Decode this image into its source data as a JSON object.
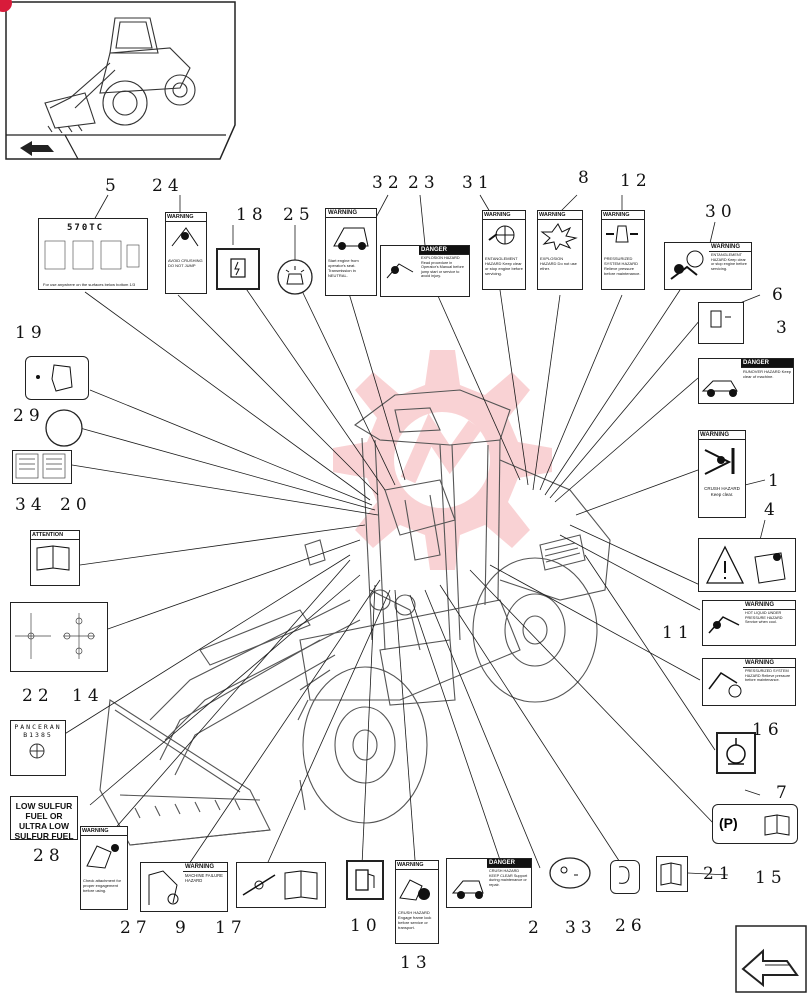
{
  "labels": {
    "n5": "5",
    "n24": "24",
    "n18": "18",
    "n25": "25",
    "n32": "32",
    "n23": "23",
    "n31": "31",
    "n8": "8",
    "n12": "12",
    "n30": "30",
    "n6": "6",
    "n3": "3",
    "n19": "19",
    "n29": "29",
    "n1": "1",
    "n34": "34",
    "n20": "20",
    "n4": "4",
    "n11": "11",
    "n14": "14",
    "n16": "16",
    "n22": "22",
    "n7": "7",
    "n28": "28",
    "n15": "15",
    "n21": "21",
    "n27": "27",
    "n9": "9",
    "n17": "17",
    "n10": "10",
    "n13": "13",
    "n2": "2",
    "n33": "33",
    "n26": "26"
  },
  "decals": {
    "d5": {
      "model": "570TC",
      "note": "For use anywhere on the surfaces below bottom 1/3"
    },
    "d24": {
      "header": "WARNING",
      "text": "AVOID CRUSHING DO NOT JUMP"
    },
    "d32": {
      "header": "WARNING",
      "text": "Start engine from operator's seat. Transmission in NEUTRAL."
    },
    "d23": {
      "header": "DANGER",
      "text": "EXPLOSION HAZARD Read procedure in Operator's Manual before jump start or service to avoid injury."
    },
    "d31": {
      "header": "WARNING",
      "text": "ENTANGLEMENT HAZARD Keep clear or stop engine before servicing."
    },
    "d8": {
      "header": "WARNING",
      "text": "EXPLOSION HAZARD Do not use ether."
    },
    "d12": {
      "header": "WARNING",
      "text": "PRESSURIZED SYSTEM HAZARD Relieve pressure before maintenance."
    },
    "d30": {
      "header": "WARNING",
      "text": "ENTANGLEMENT HAZARD Keep clear or stop engine before servicing."
    },
    "d3": {
      "header": "DANGER",
      "text": "RUNOVER HAZARD Keep clear of machine."
    },
    "d1": {
      "header": "WARNING",
      "text": "CRUSH HAZARD Keep clear."
    },
    "d20": {
      "header": "ATTENTION"
    },
    "d11": {
      "header": "WARNING",
      "text": "HOT LIQUID UNDER PRESSURE HAZARD Service when cool."
    },
    "d16": {
      "header": "WARNING",
      "text": "PRESSURIZED SYSTEM HAZARD Relieve pressure before maintenance."
    },
    "d22": {
      "line1": "PANCERAN",
      "line2": "B1385"
    },
    "d28": {
      "text": "LOW SULFUR FUEL OR ULTRA LOW SULFUR FUEL ONLY"
    },
    "d15": {
      "symbol": "(P)"
    },
    "d27": {
      "header": "WARNING",
      "text": "Check attachment for proper engagement before using."
    },
    "d9": {
      "header": "WARNING",
      "text": "MACHINE FAILURE HAZARD"
    },
    "d13": {
      "header": "WARNING",
      "text": "CRUSH HAZARD Engage frame lock before service or transport."
    },
    "d2": {
      "header": "DANGER",
      "text": "CRUSH HAZARD KEEP CLEAR Support during maintenance or repair."
    }
  },
  "colors": {
    "line": "#1a1a1a",
    "watermark": "#e8393f",
    "badge": "#d81b3a"
  },
  "icons": [
    "loader-thumbnail-icon",
    "navigation-arrow-icon",
    "watermark-gear-icon"
  ]
}
